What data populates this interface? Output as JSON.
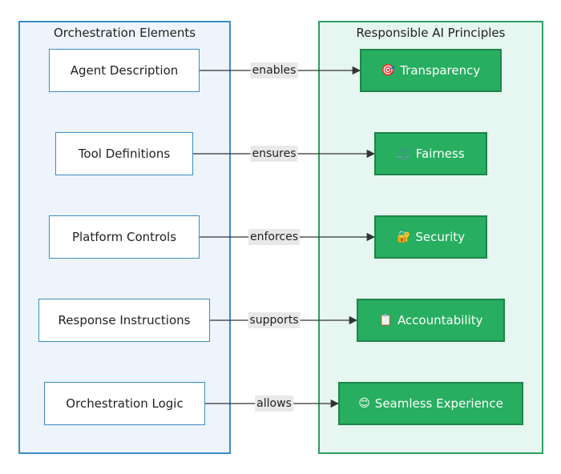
{
  "groups": {
    "elements_title": "Orchestration Elements",
    "principles_title": "Responsible AI Principles"
  },
  "elements": [
    "Agent Description",
    "Tool Definitions",
    "Platform Controls",
    "Response Instructions",
    "Orchestration Logic"
  ],
  "principles": [
    {
      "icon": "🎯",
      "icon_name": "target-icon",
      "label": "Transparency"
    },
    {
      "icon": "⚖️",
      "icon_name": "scales-icon",
      "label": "Fairness"
    },
    {
      "icon": "🔐",
      "icon_name": "lock-key-icon",
      "label": "Security"
    },
    {
      "icon": "📋",
      "icon_name": "clipboard-icon",
      "label": "Accountability"
    },
    {
      "icon": "😊",
      "icon_name": "smile-icon",
      "label": "Seamless Experience"
    }
  ],
  "edges": [
    "enables",
    "ensures",
    "enforces",
    "supports",
    "allows"
  ],
  "colors": {
    "elements_fill": "#edf4fb",
    "elements_border": "#3c8dc2",
    "principles_fill": "#e6f6f0",
    "principles_border": "#2e9e63",
    "principle_node": "#27ae60"
  }
}
